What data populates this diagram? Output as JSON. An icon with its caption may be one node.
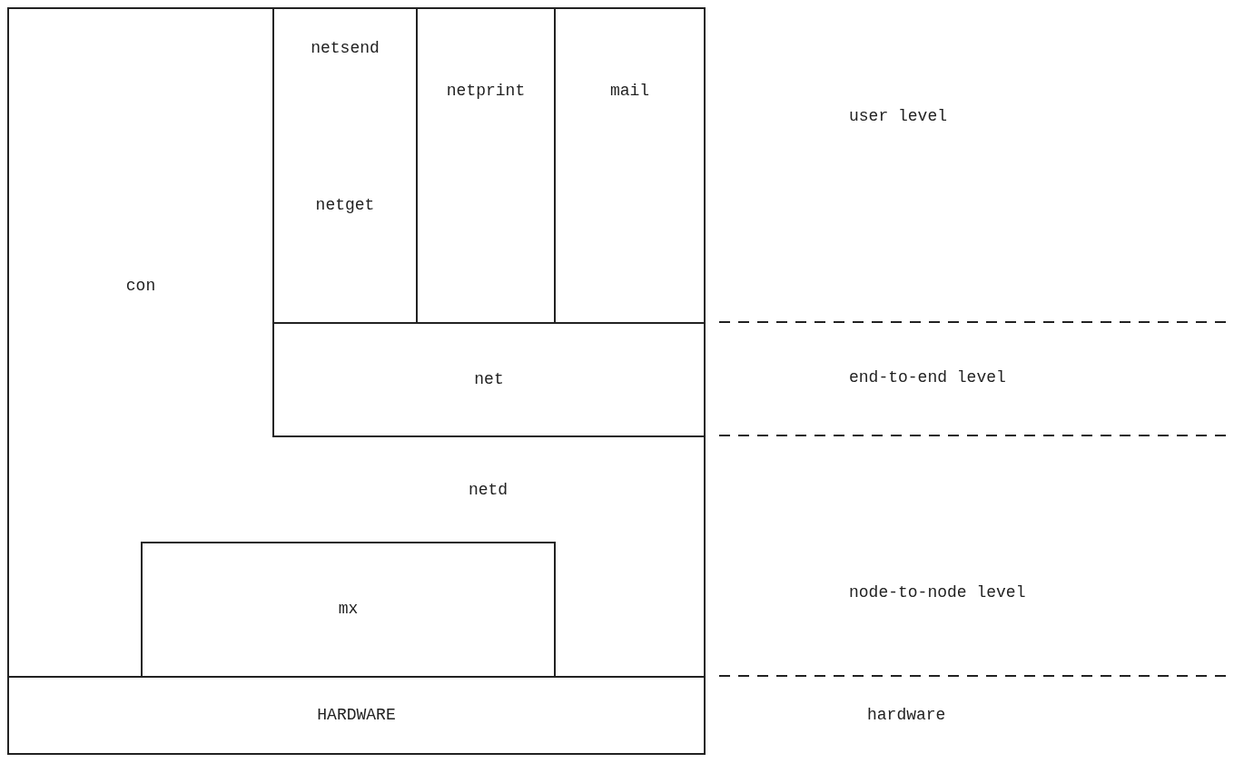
{
  "diagram": {
    "nodes": [
      {
        "text": [
          "con"
        ]
      },
      {
        "text": [
          "netsend",
          "netget"
        ]
      },
      {
        "text": [
          "netprint"
        ]
      },
      {
        "text": [
          "mail"
        ]
      },
      {
        "text": [
          "net"
        ]
      },
      {
        "text": [
          "netd"
        ]
      },
      {
        "text": [
          "mx"
        ]
      },
      {
        "text": [
          "HARDWARE"
        ]
      }
    ],
    "labels": [
      "user level",
      "end-to-end level",
      "node-to-node level",
      "hardware"
    ]
  }
}
